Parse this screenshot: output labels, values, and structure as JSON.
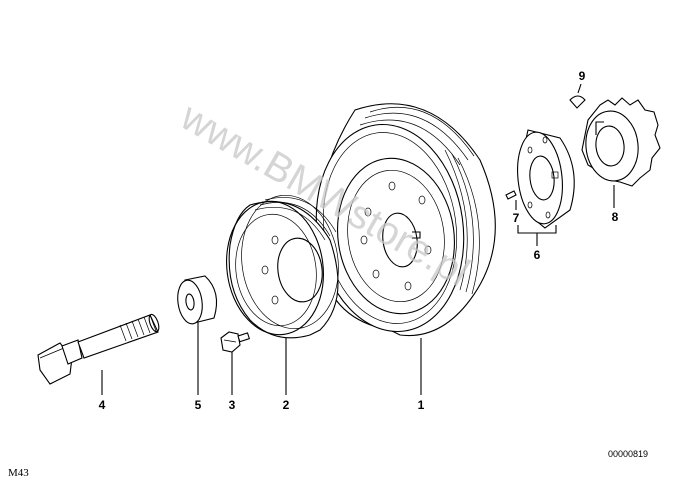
{
  "watermark": "www.BMWstore.pl",
  "diagram_code": "00000819",
  "group_code": "M43",
  "labels": {
    "p1": "1",
    "p2": "2",
    "p3": "3",
    "p4": "4",
    "p5": "5",
    "p6": "6",
    "p7": "7",
    "p8": "8",
    "p9": "9"
  }
}
